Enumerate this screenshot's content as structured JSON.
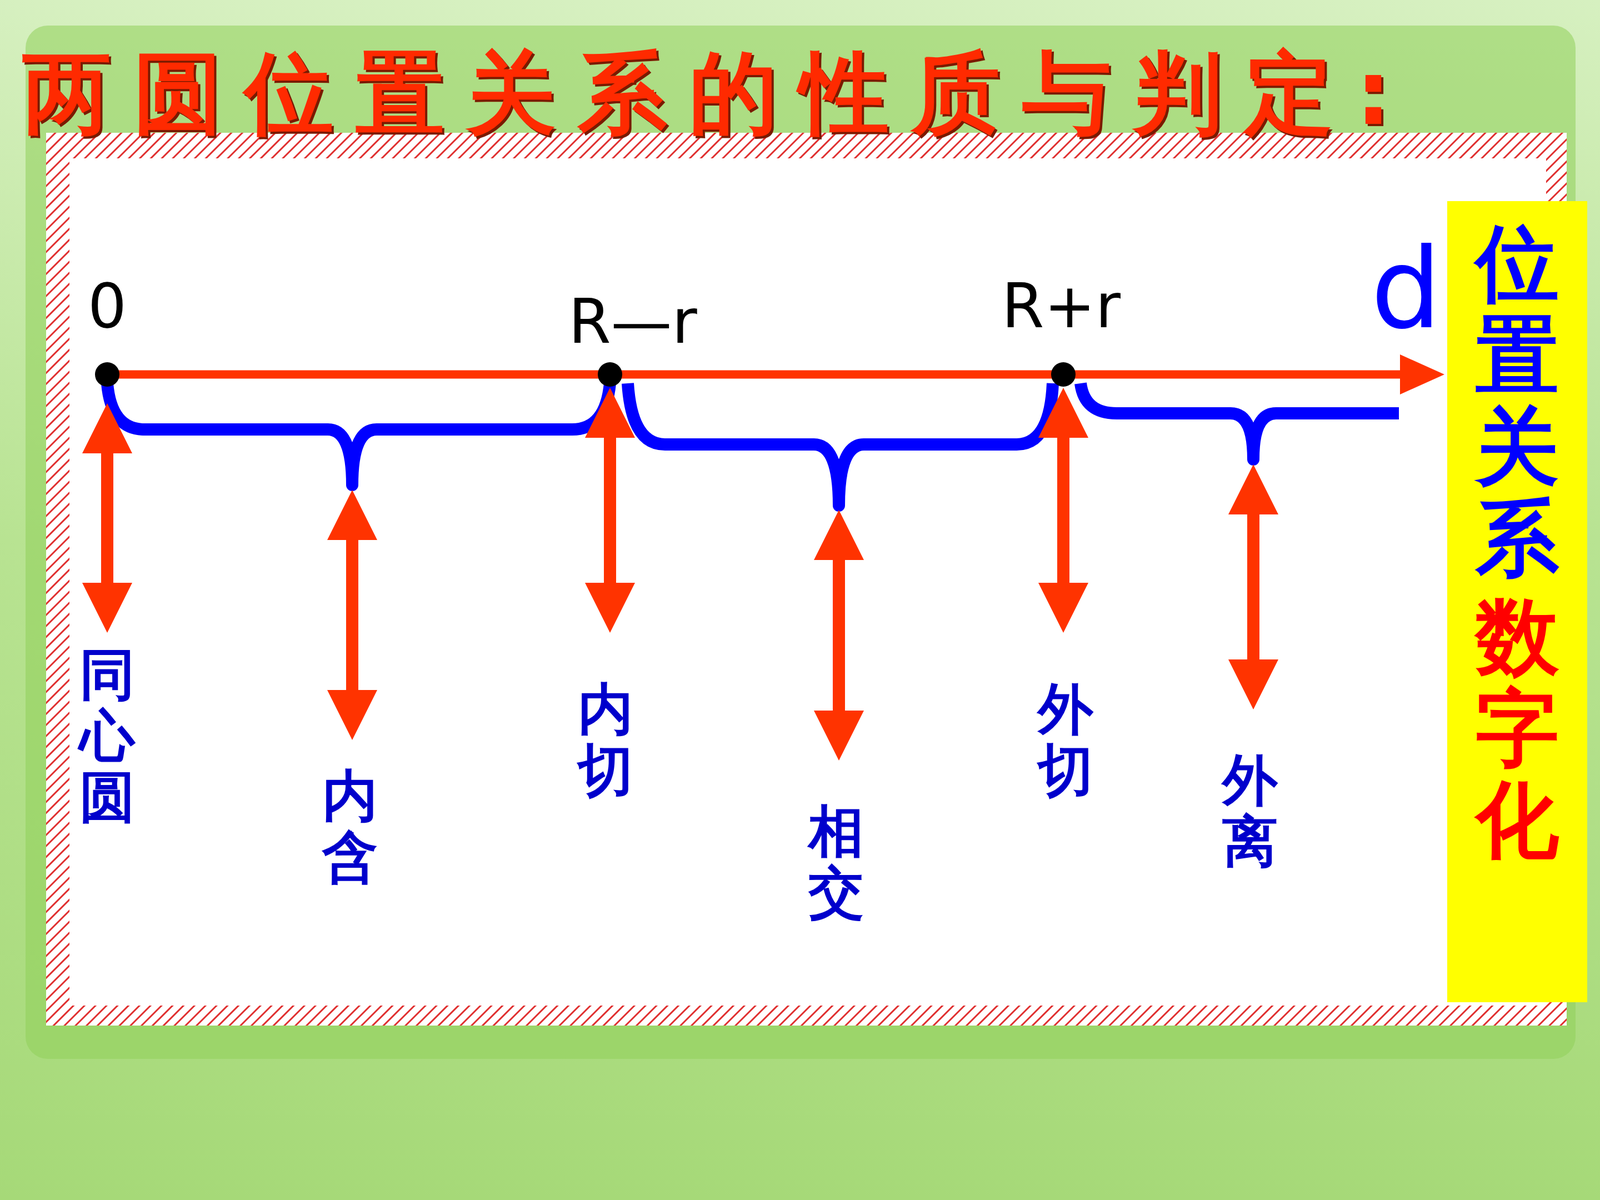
{
  "diagram": {
    "title": "两圆位置关系的性质与判定:",
    "nodes": [
      {
        "text": [
          "位置关系",
          "数字化"
        ]
      }
    ],
    "labels": [
      "0",
      "R—r",
      "R+r",
      "d",
      "同心圆",
      "内含",
      "内切",
      "相交",
      "外切",
      "外离"
    ]
  }
}
